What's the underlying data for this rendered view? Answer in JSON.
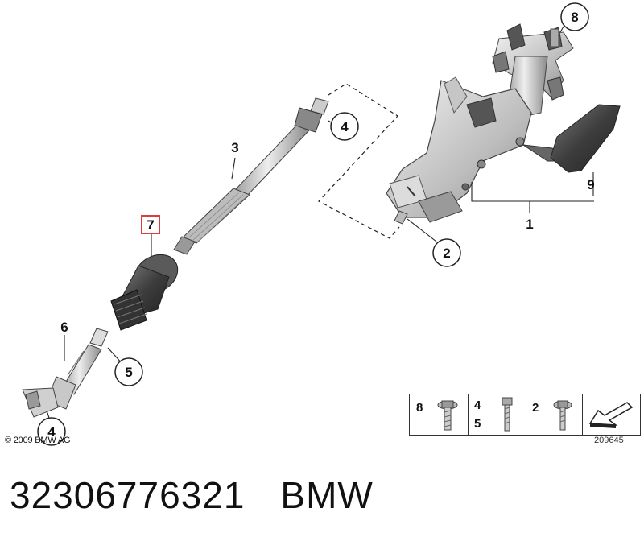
{
  "callouts": {
    "c8": "8",
    "c4_top": "4",
    "c3": "3",
    "c9": "9",
    "c1": "1",
    "c7": "7",
    "c2": "2",
    "c6": "6",
    "c5": "5",
    "c4_bottom": "4"
  },
  "copyright": "© 2009 BMW AG",
  "legend": {
    "cell1_num": "8",
    "cell2_num_top": "4",
    "cell2_num_bottom": "5",
    "cell3_num": "2"
  },
  "reference_number": "209645",
  "caption": {
    "part_number": "32306776321",
    "brand": "BMW"
  },
  "colors": {
    "highlight_box": "#e0393e",
    "part_dark": "#4a4a4a",
    "part_light": "#d8d8d8"
  }
}
